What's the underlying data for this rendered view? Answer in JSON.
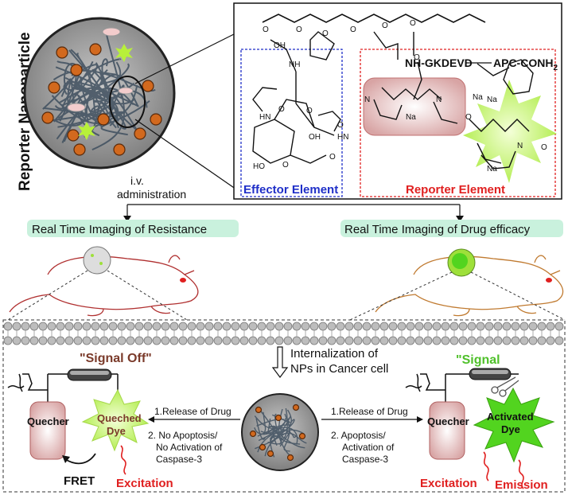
{
  "title_vertical": "Reporter Nanoparticle",
  "route_label": [
    "i.v.",
    "administration"
  ],
  "molecule": {
    "linker_label": "NH-GKDEVD",
    "cap_label": "APC-CONH",
    "cap_sub": "2",
    "effector_label": "Effector Element",
    "reporter_label": "Reporter Element",
    "atom_labels": [
      "OH",
      "O",
      "O",
      "O",
      "O",
      "O",
      "O",
      "HN",
      "O",
      "O",
      "O",
      "OH",
      "HN",
      "O",
      "HO",
      "O",
      "NH",
      "O",
      "N",
      "N",
      "Na",
      "O",
      "Na",
      "Na",
      "Na",
      "N",
      "O"
    ]
  },
  "imaging": {
    "left_label": "Real Time Imaging of Resistance",
    "right_label": "Real Time Imaging of Drug efficacy"
  },
  "internalization": [
    "Internalization of",
    "NPs in Cancer cell"
  ],
  "left_state": {
    "title": "\"Signal Off\"",
    "quencher": "Quecher",
    "dye": [
      "Queched",
      "Dye"
    ],
    "step1": "1.Release of Drug",
    "step2": [
      "2. No Apoptosis/",
      "No Activation of",
      "Caspase-3"
    ],
    "fret": "FRET",
    "excitation": "Excitation"
  },
  "right_state": {
    "title": "\"Signal",
    "quencher": "Quecher",
    "dye": [
      "Activated",
      "Dye"
    ],
    "step1": "1.Release of Drug",
    "step2": [
      "2.  Apoptosis/",
      "Activation of",
      "Caspase-3"
    ],
    "excitation": "Excitation",
    "emission": "Emission"
  },
  "colors": {
    "effector_blue": "#1f2fc8",
    "reporter_red": "#e02020",
    "signal_off_brown": "#7a3a2a",
    "signal_green": "#4fc02a",
    "quencher_fill": "#f2d4d4",
    "dye_green": "#9ee03a",
    "label_bg": "#c9f1dd",
    "np_orange": "#d2691e"
  }
}
